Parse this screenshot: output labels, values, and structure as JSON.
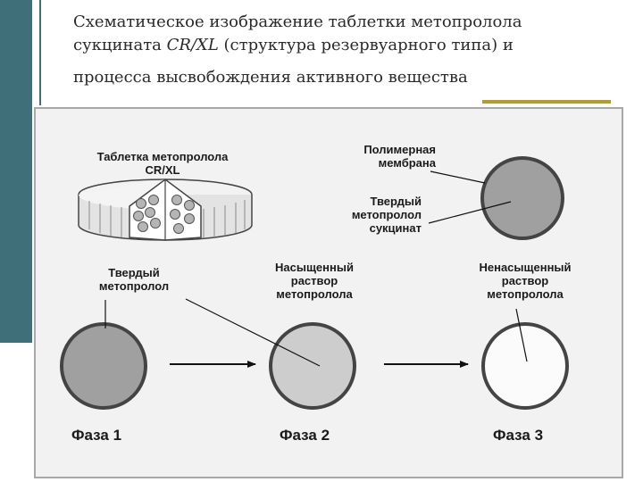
{
  "title": {
    "line1": "Схематическое изображение таблетки метопролола",
    "line2_prefix": "сукцината ",
    "line2_italic": "CR/XL",
    "line2_suffix": " (структура резервуарного типа) и",
    "line3": "процесса высвобождения активного вещества"
  },
  "diagram": {
    "tablet_label": "Таблетка метопролола\nCR/XL",
    "membrane_label": "Полимерная\nмембрана",
    "solid_succinate_label": "Твердый\nметопролол\nсукцинат",
    "solid_label": "Твердый\nметопролол",
    "saturated_label": "Насыщенный\nраствор\nметопролола",
    "unsaturated_label": "Ненасыщенный\nраствор\nметопролола",
    "phases": [
      "Фаза 1",
      "Фаза 2",
      "Фаза 3"
    ]
  },
  "colors": {
    "accent_teal": "#3f6f79",
    "accent_gold": "#b89a2a",
    "solid_fill": "#a0a0a0",
    "saturated_fill": "#cdcdcd",
    "unsaturated_fill": "#fbfbfb",
    "membrane": "#444444"
  }
}
